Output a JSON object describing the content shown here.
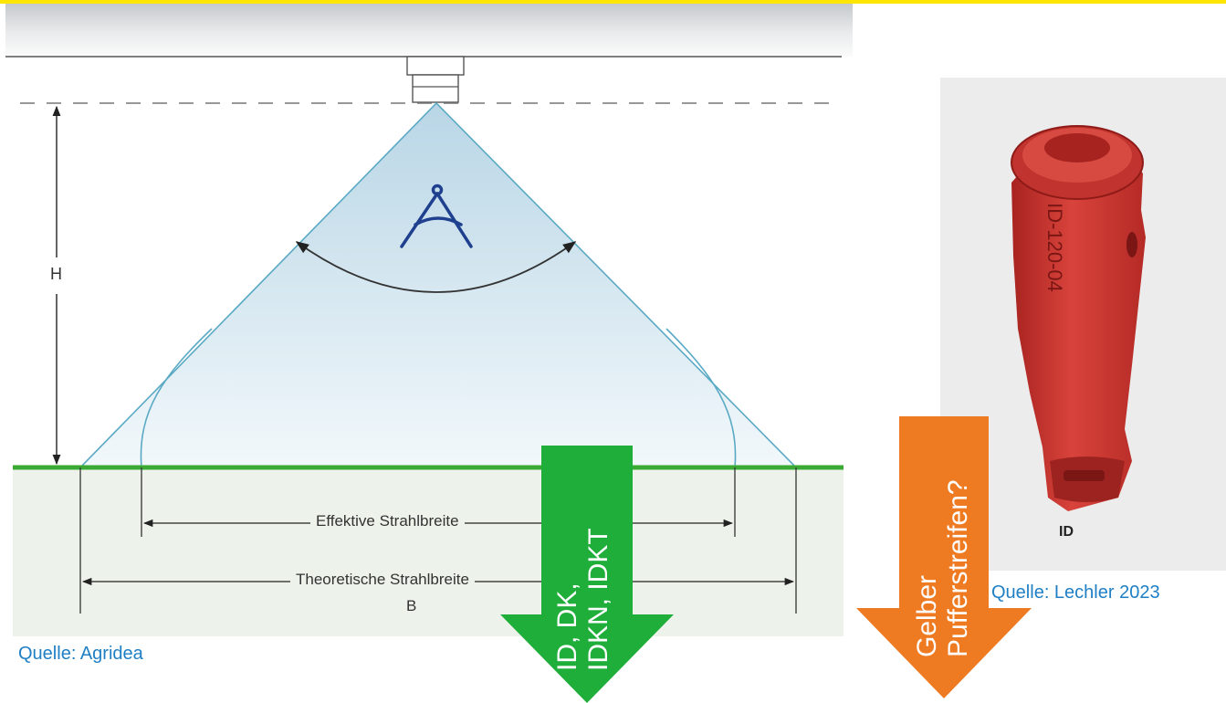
{
  "labels": {
    "height": "H",
    "effective_width": "Effektive Strahlbreite",
    "theoretical_width": "Theoretische Strahlbreite",
    "width_symbol": "B"
  },
  "sources": {
    "left": "Quelle: Agridea",
    "right": "Quelle: Lechler 2023"
  },
  "green_arrow": {
    "line1": "ID, DK,",
    "line2": "IDKN, IDKT",
    "color": "#1fae3a"
  },
  "orange_arrow": {
    "line1": "Gelber",
    "line2": "Pufferstreifen?",
    "color": "#ee7a22"
  },
  "nozzle": {
    "engraving": "ID-120-04",
    "caption": "ID",
    "color": "#c9302c"
  },
  "icons": [
    "angle-icon",
    "nozzle-icon"
  ],
  "colors": {
    "top_bar": "#ffe600",
    "ground_line": "#3aaa35",
    "spray_edge": "#5aa9c4"
  }
}
